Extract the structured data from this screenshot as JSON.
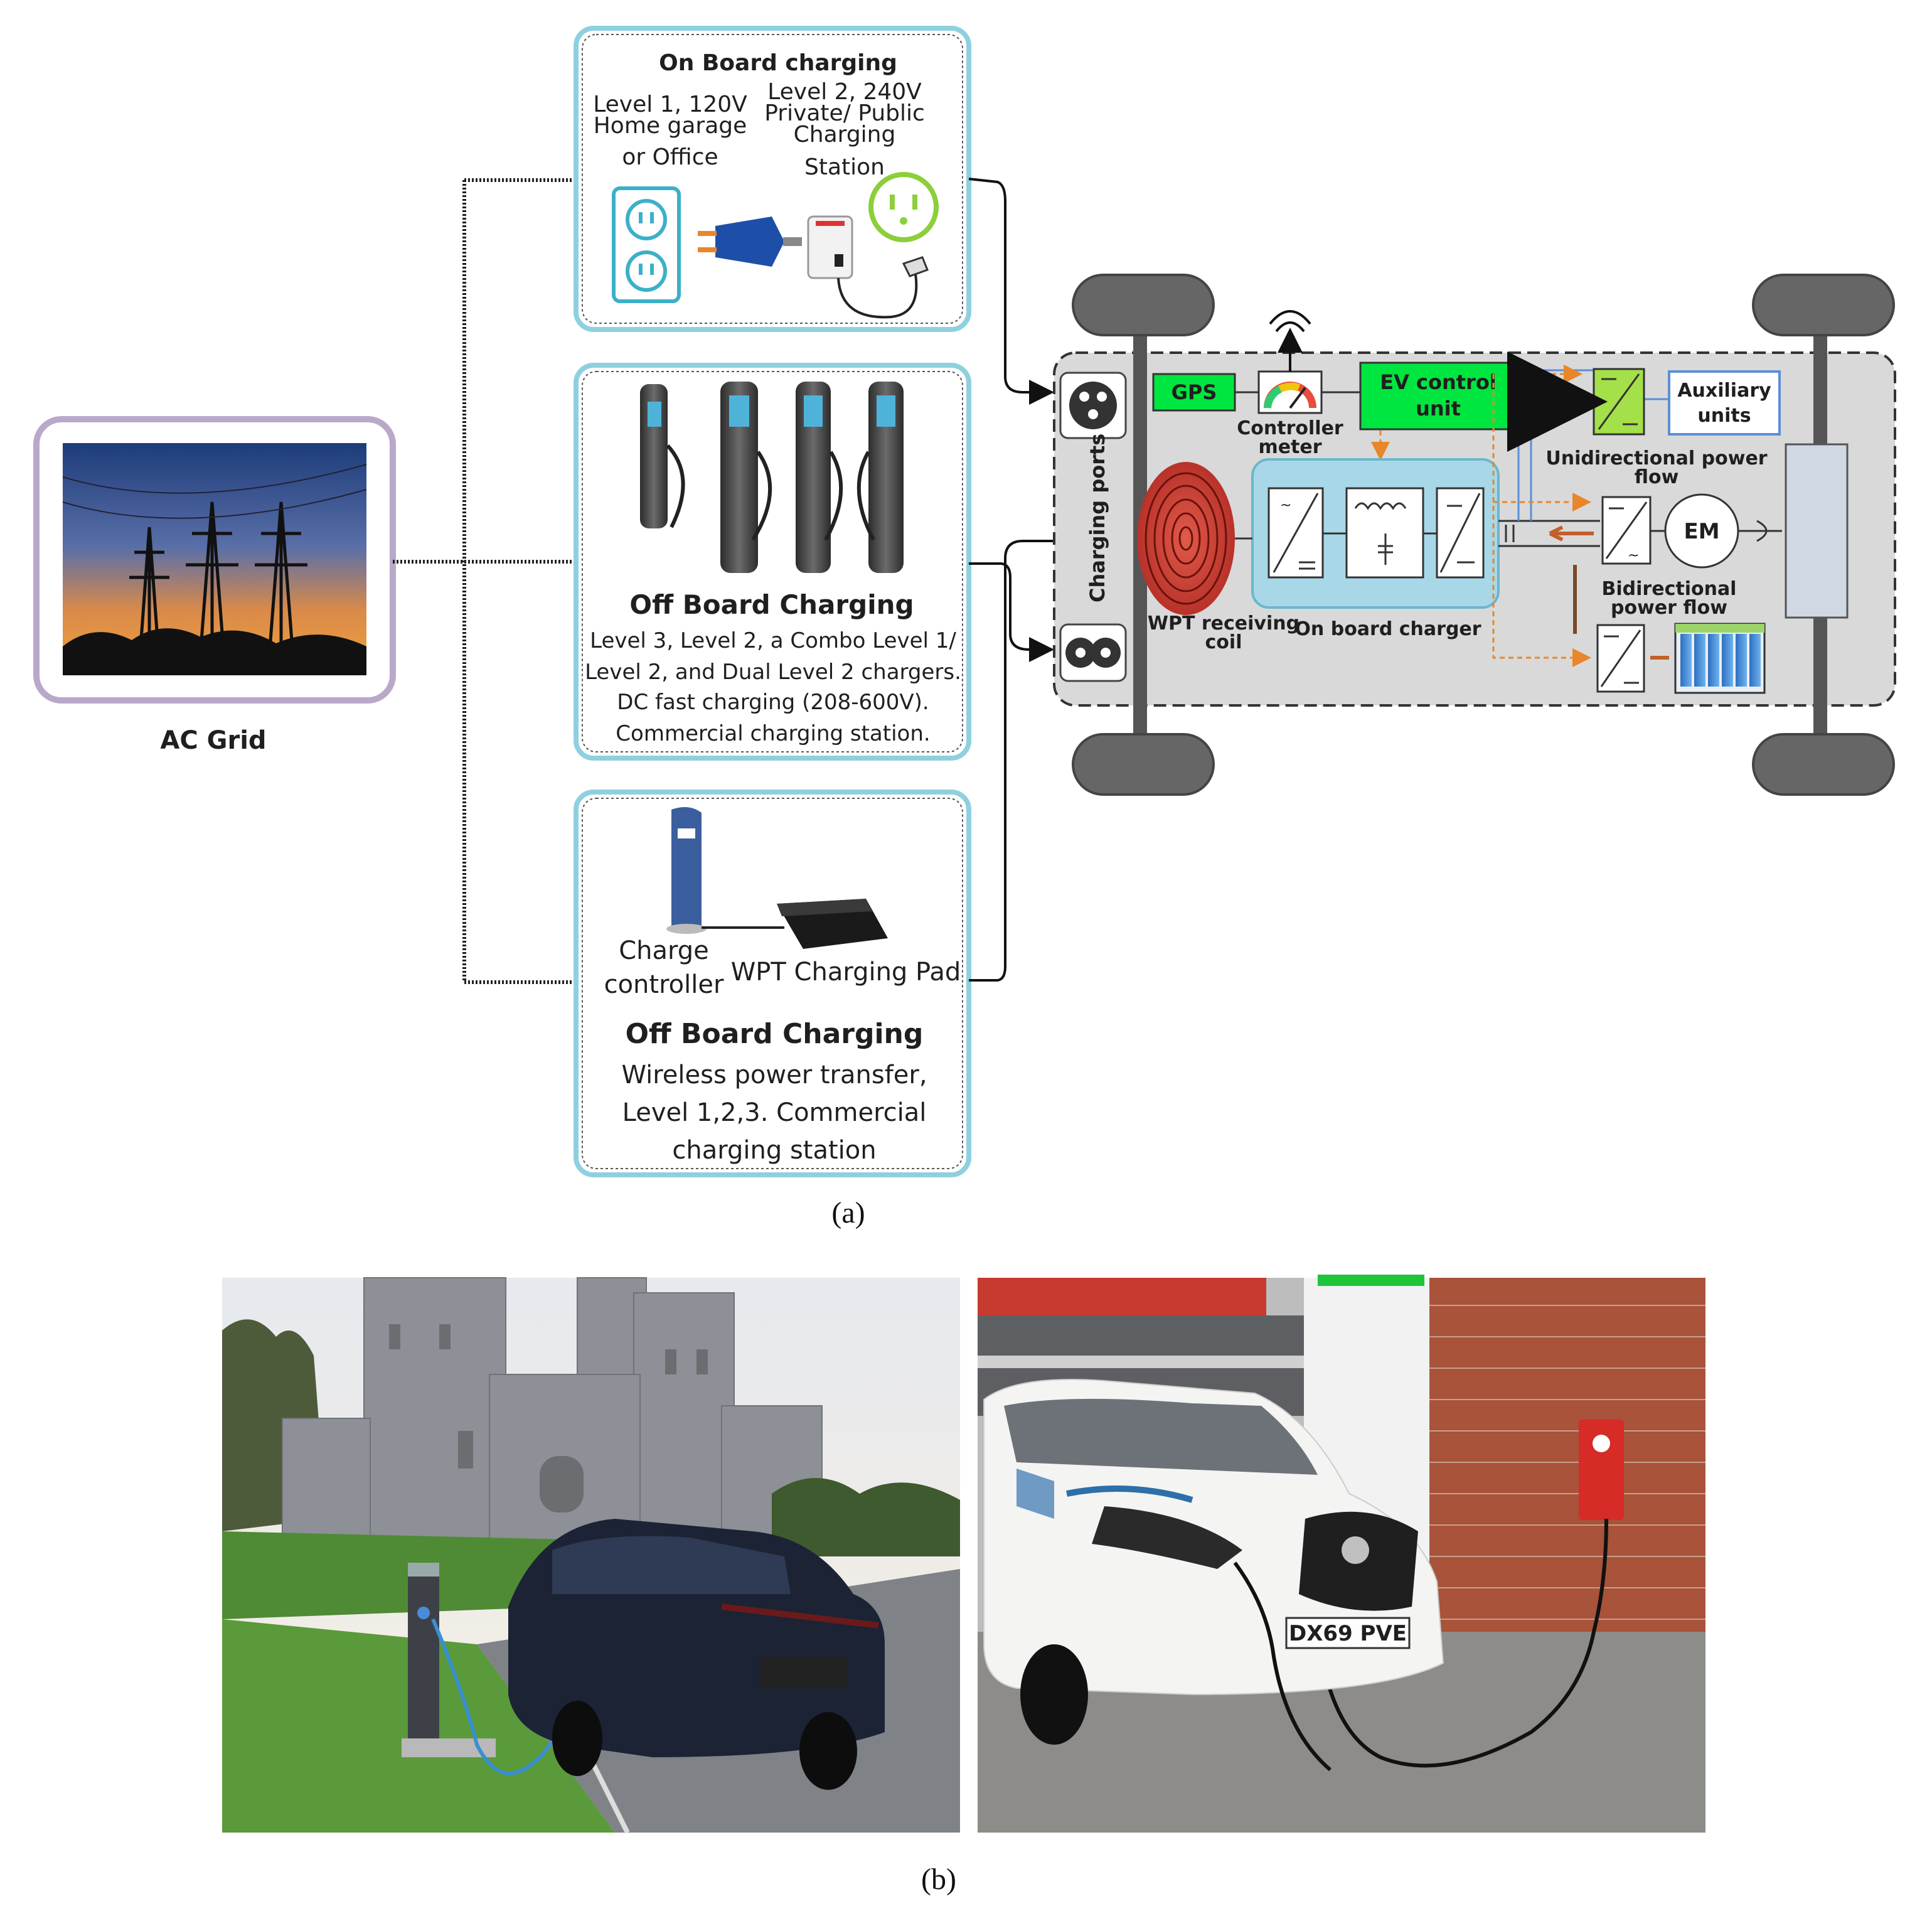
{
  "panel_a": {
    "caption": "(a)",
    "ac_grid": {
      "label": "AC Grid"
    },
    "onboard_box": {
      "title": "On Board charging",
      "level1_lines": [
        "Level 1, 120V",
        "Home garage",
        "or Office"
      ],
      "level2_lines": [
        "Level 2, 240V",
        "Private/ Public",
        "Charging",
        "Station"
      ]
    },
    "offboard_box": {
      "title": "Off Board Charging",
      "desc_lines": [
        "Level 3, Level 2, a Combo Level 1/",
        "Level 2, and Dual Level 2 chargers.",
        "DC fast charging (208-600V).",
        "Commercial charging station."
      ]
    },
    "wireless_box": {
      "charge_controller_lines": [
        "Charge",
        "controller"
      ],
      "pad_label": "WPT Charging Pad",
      "title": "Off Board Charging",
      "desc_lines": [
        "Wireless power transfer,",
        "Level 1,2,3. Commercial",
        "charging station"
      ]
    },
    "vehicle": {
      "gps": "GPS",
      "controller_meter_lines": [
        "Controller",
        "meter"
      ],
      "ev_control_lines": [
        "EV control",
        "unit"
      ],
      "auxiliary_lines": [
        "Auxiliary",
        "units"
      ],
      "unidirectional_lines": [
        "Unidirectional power",
        "flow"
      ],
      "em": "EM",
      "bidirectional_lines": [
        "Bidirectional",
        "power flow"
      ],
      "charging_ports": "Charging ports",
      "wpt_coil_lines": [
        "WPT receiving",
        "coil"
      ],
      "onboard_charger": "On board charger"
    }
  },
  "panel_b": {
    "caption": "(b)",
    "left_photo": {
      "plate": ""
    },
    "right_photo": {
      "plate": "DX69 PVE"
    }
  },
  "colors": {
    "box_border": "#8fd0df",
    "green_label": "#00e640",
    "orange_arrow": "#e8862a",
    "blue_line": "#5a8fd6",
    "coil_red": "#c0392b",
    "chassis": "#d9d9d9",
    "wheel": "#666666"
  }
}
